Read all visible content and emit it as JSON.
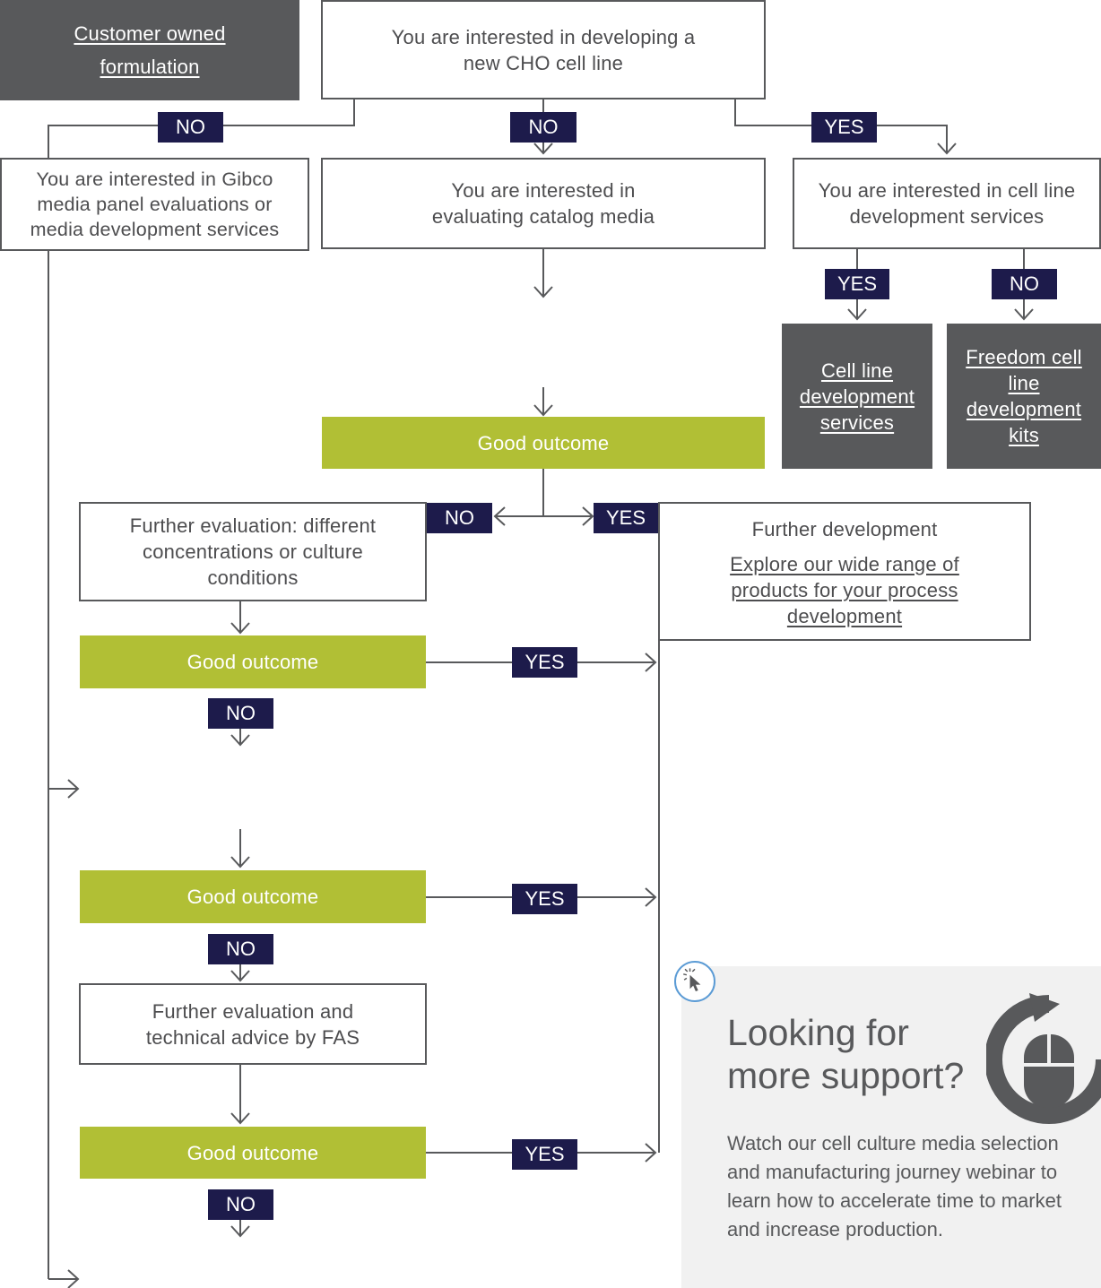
{
  "boxes": {
    "customer_owned": "Customer owned formulation",
    "cho_cell_line": "You are interested in developing a new CHO cell line",
    "gibco_panel": "You are interested in Gibco media panel evaluations or media development services",
    "catalog_media": "You are interested in evaluating catalog media",
    "cell_line_services_q": "You are interested in cell line development services",
    "cell_line_services": "Cell line development services",
    "freedom_kits": "Freedom cell line development kits",
    "good_outcome_1": "Good outcome",
    "further_eval": "Further evaluation: different concentrations or culture conditions",
    "further_dev_title": "Further development",
    "further_dev_link": "Explore our wide range of products for your process development",
    "good_outcome_2": "Good outcome",
    "good_outcome_3": "Good outcome",
    "further_eval_fas": "Further evaluation and technical advice by FAS",
    "good_outcome_4": "Good outcome"
  },
  "tags": {
    "no_left": "NO",
    "no_mid": "NO",
    "yes_right": "YES",
    "yes_cl": "YES",
    "no_cl": "NO",
    "no_outcome1": "NO",
    "yes_outcome1": "YES",
    "yes_outcome2": "YES",
    "no_outcome2": "NO",
    "yes_outcome3": "YES",
    "no_outcome3": "NO",
    "yes_outcome4": "YES",
    "no_outcome4": "NO"
  },
  "support": {
    "title": "Looking for more support?",
    "body": "Watch our cell culture media selection and manufacturing journey webinar to learn how to accelerate time to market and increase production."
  },
  "icons": [
    "cursor-click-icon",
    "mouse-refresh-icon",
    "arrow-down-icon",
    "arrow-right-icon"
  ],
  "colors": {
    "dark_box": "#58595b",
    "green_box": "#b1bf35",
    "tag_navy": "#1d1b4b",
    "line": "#58595b",
    "support_bg": "#f1f1f1",
    "cursor_ring": "#5b9bd5"
  }
}
